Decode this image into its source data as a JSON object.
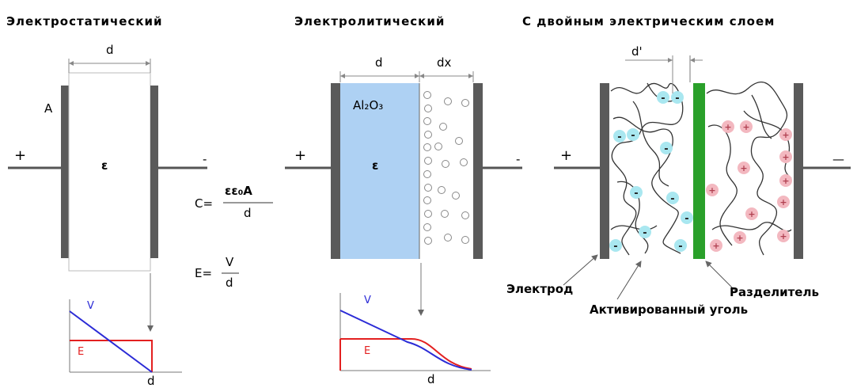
{
  "titles": {
    "electrostatic": "Электростатический",
    "electrolytic": "Электролитический",
    "double_layer": "С двойным электрическим слоем"
  },
  "electrostatic": {
    "label_d": "d",
    "label_A": "A",
    "plus": "+",
    "minus": "-",
    "dielectric": "ε",
    "graph_v": "V",
    "graph_e": "E",
    "graph_d": "d"
  },
  "formulas": {
    "capacitance_lhs": "C=",
    "capacitance_num": "εε₀A",
    "capacitance_den": "d",
    "field_lhs": "E=",
    "field_num": "V",
    "field_den": "d"
  },
  "electrolytic": {
    "label_d": "d",
    "label_dx": "dx",
    "oxide": "Al₂O₃",
    "dielectric": "ε",
    "plus": "+",
    "minus": "-",
    "graph_v": "V",
    "graph_e": "E",
    "graph_d": "d"
  },
  "double_layer": {
    "label_d": "d'",
    "plus": "+",
    "minus": "—",
    "electrode": "Электрод",
    "activated_carbon": "Активированный уголь",
    "separator": "Разделитель"
  },
  "colors": {
    "plate": "#5a5a5a",
    "oxide": "#aed1f3",
    "separator": "#2aa02a",
    "neg_ion": "#a9e7f0",
    "pos_ion": "#f3b8c0",
    "potential": "#2b2bd6",
    "field": "#e32020"
  }
}
